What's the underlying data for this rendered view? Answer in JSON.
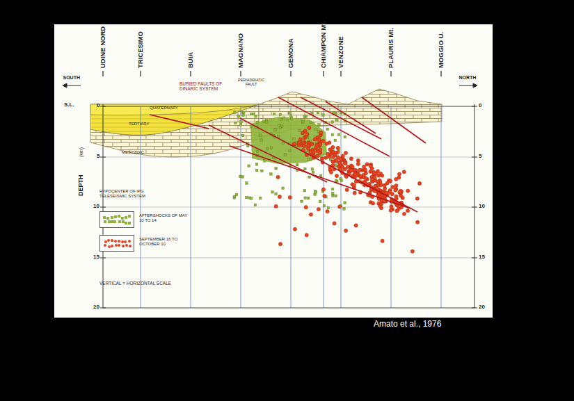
{
  "diagram": {
    "labels": [
      "UDINE NORD",
      "TRICESIMO",
      "BUIA",
      "MAGNANO",
      "GEMONA",
      "CHIAMPON Mt.",
      "VENZONE",
      "PLAURIS Mt.",
      "MOGGIO U.",
      "SOUTH",
      "NORTH",
      "BURIED FAULTS OF DINARIC SYSTEM",
      "PERIADRIATIC FAULT",
      "S.L.",
      "QUATERNARY",
      "TERTIARY",
      "MESOZOIC",
      "DEPTH",
      "(km)",
      "0",
      "5",
      "10",
      "15",
      "20",
      "0",
      "5",
      "10",
      "15",
      "20",
      "HYPOCENTER OF IPG TELESEISMIC SYSTEM",
      "VERTICAL = HORIZONTAL SCALE",
      "Amato et al., 1976"
    ],
    "legend": [
      {
        "text": "AFTERSHOCKS OF MAY 10 TO 14",
        "color": "#8db43a"
      },
      {
        "text": "SEPTEMBER 16 TO OCTOBER 10",
        "color": "#e8421e"
      }
    ]
  }
}
